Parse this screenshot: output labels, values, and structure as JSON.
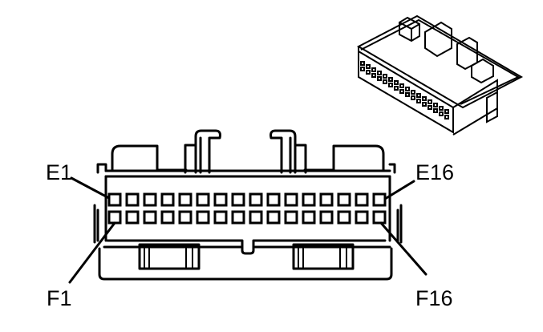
{
  "diagram": {
    "type": "connector-face-view",
    "colors": {
      "line": "#000000",
      "background": "#ffffff"
    },
    "labels": {
      "e_first": "E1",
      "e_last": "E16",
      "f_first": "F1",
      "f_last": "F16"
    },
    "rows": [
      {
        "name": "E",
        "cavities": 16
      },
      {
        "name": "F",
        "cavities": 16
      }
    ],
    "inset": {
      "description": "isometric view of connector body"
    }
  }
}
